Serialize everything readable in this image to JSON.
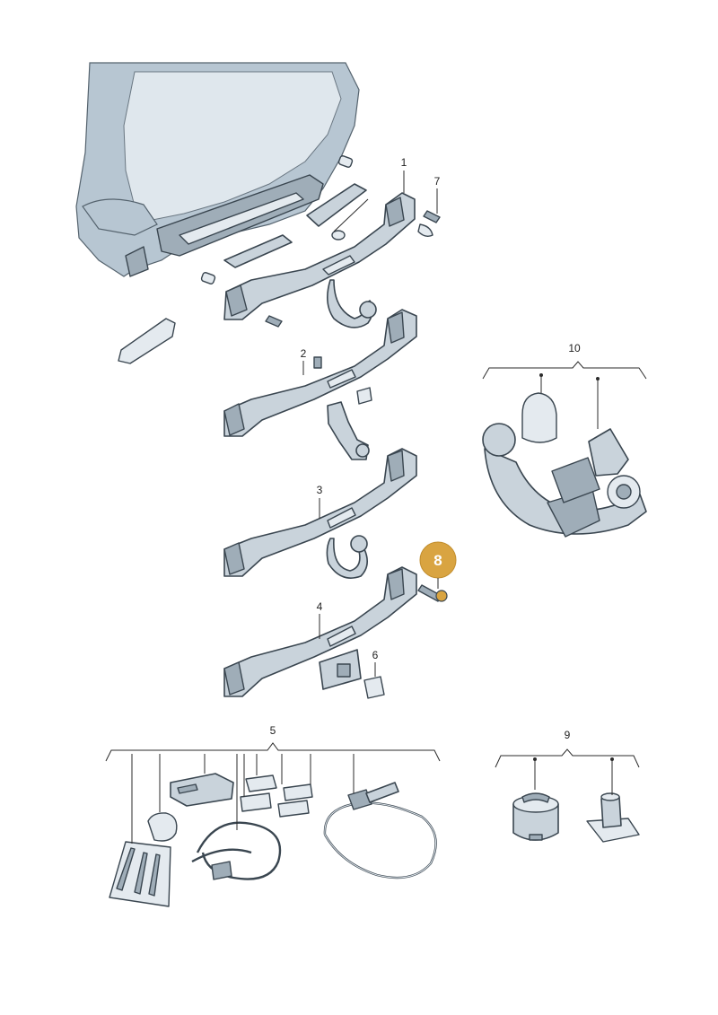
{
  "callouts": {
    "c1": "1",
    "c2": "2",
    "c3": "3",
    "c4": "4",
    "c5": "5",
    "c6": "6",
    "c7": "7",
    "c8": "8",
    "c9": "9",
    "c10": "10"
  },
  "highlighted_part": "8",
  "colors": {
    "highlight": "#d9a441",
    "parts": "#c9d3db",
    "outline": "#3a4650"
  }
}
